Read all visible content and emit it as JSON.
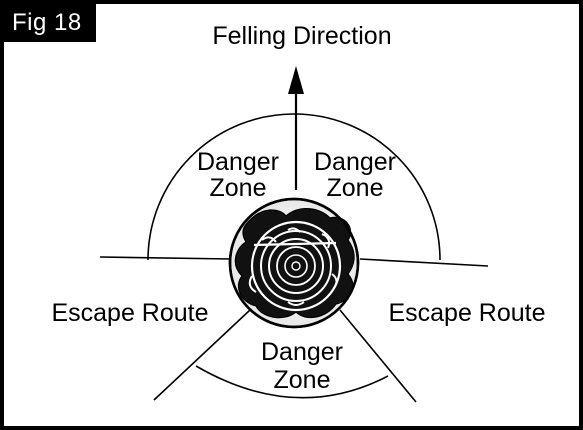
{
  "figure": {
    "label": "Fig 18"
  },
  "diagram": {
    "felling_direction": "Felling Direction",
    "zone_left": [
      "Danger",
      "Zone"
    ],
    "zone_right": [
      "Danger",
      "Zone"
    ],
    "zone_bottom": [
      "Danger",
      "Zone"
    ],
    "escape_left": "Escape Route",
    "escape_right": "Escape Route"
  }
}
